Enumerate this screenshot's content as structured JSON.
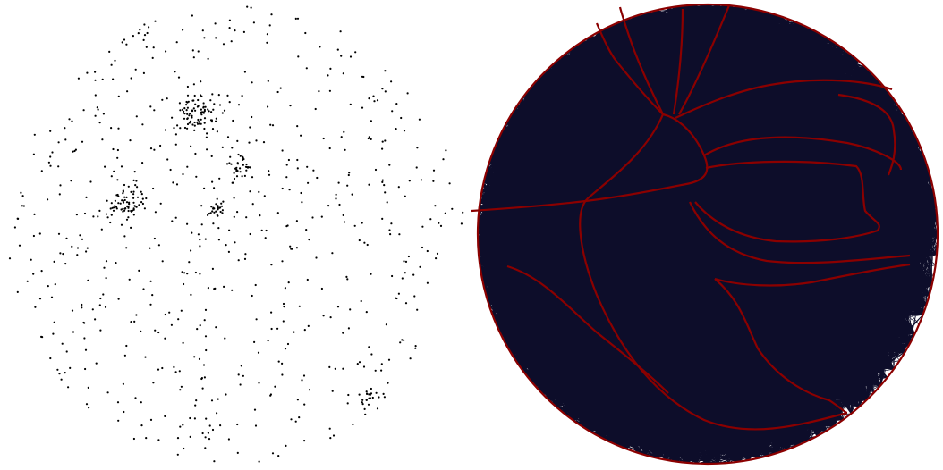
{
  "figure": {
    "panels": [
      {
        "id": "point-cloud",
        "kind": "scattered-points",
        "point_color": "#000000"
      },
      {
        "id": "triangulated-mesh",
        "kind": "triangle-mesh",
        "edge_color": "#0d0d2a",
        "boundary_color": "#8b0000"
      }
    ]
  },
  "colors": {
    "background": "#ffffff",
    "points": "#000000",
    "mesh_edges": "#0d0d2a",
    "boundaries": "#8b0000"
  }
}
